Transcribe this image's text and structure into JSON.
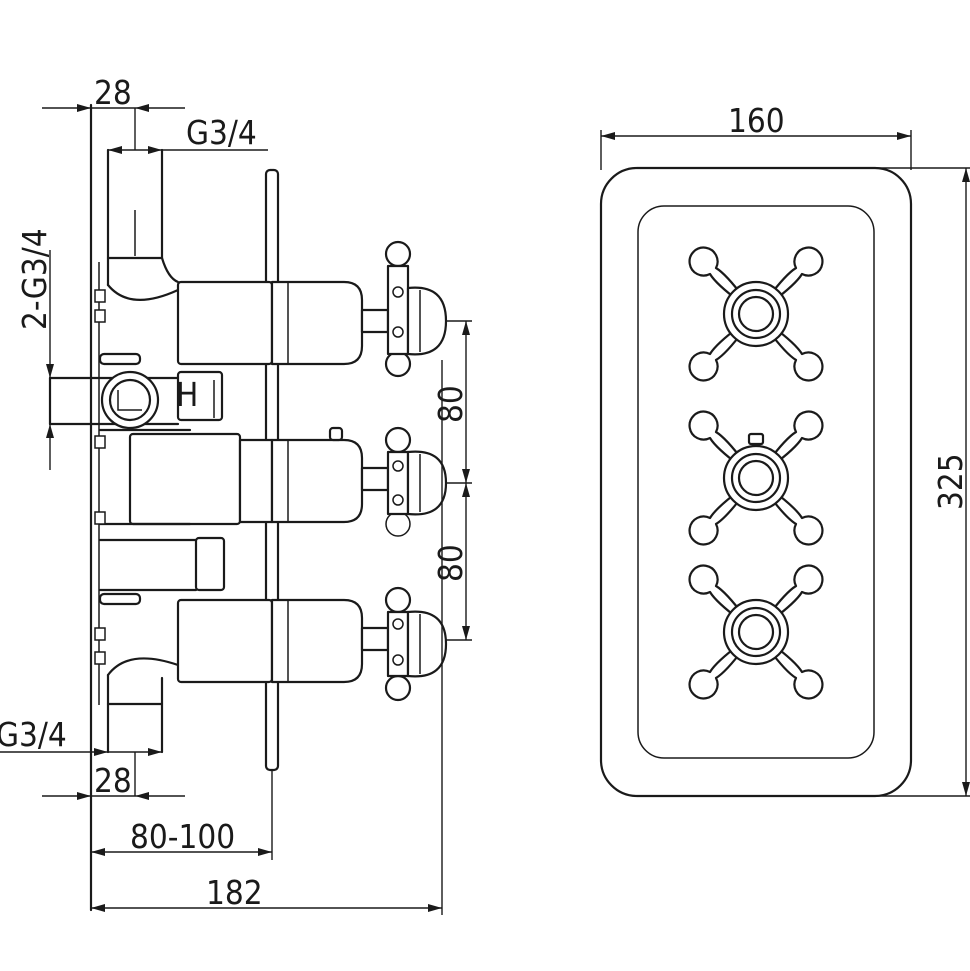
{
  "side_view": {
    "dim_outlet_offset_top": "28",
    "dim_outlet_thread_top": "G3/4",
    "dim_inlet_thread": "2-G3/4",
    "dim_spacing_upper": "80",
    "dim_spacing_lower": "80",
    "dim_outlet_thread_bottom": "G3/4",
    "dim_outlet_offset_bottom": "28",
    "dim_install_depth": "80-100",
    "dim_total_depth": "182",
    "hot_marking": "H"
  },
  "front_view": {
    "dim_width": "160",
    "dim_height": "325"
  }
}
